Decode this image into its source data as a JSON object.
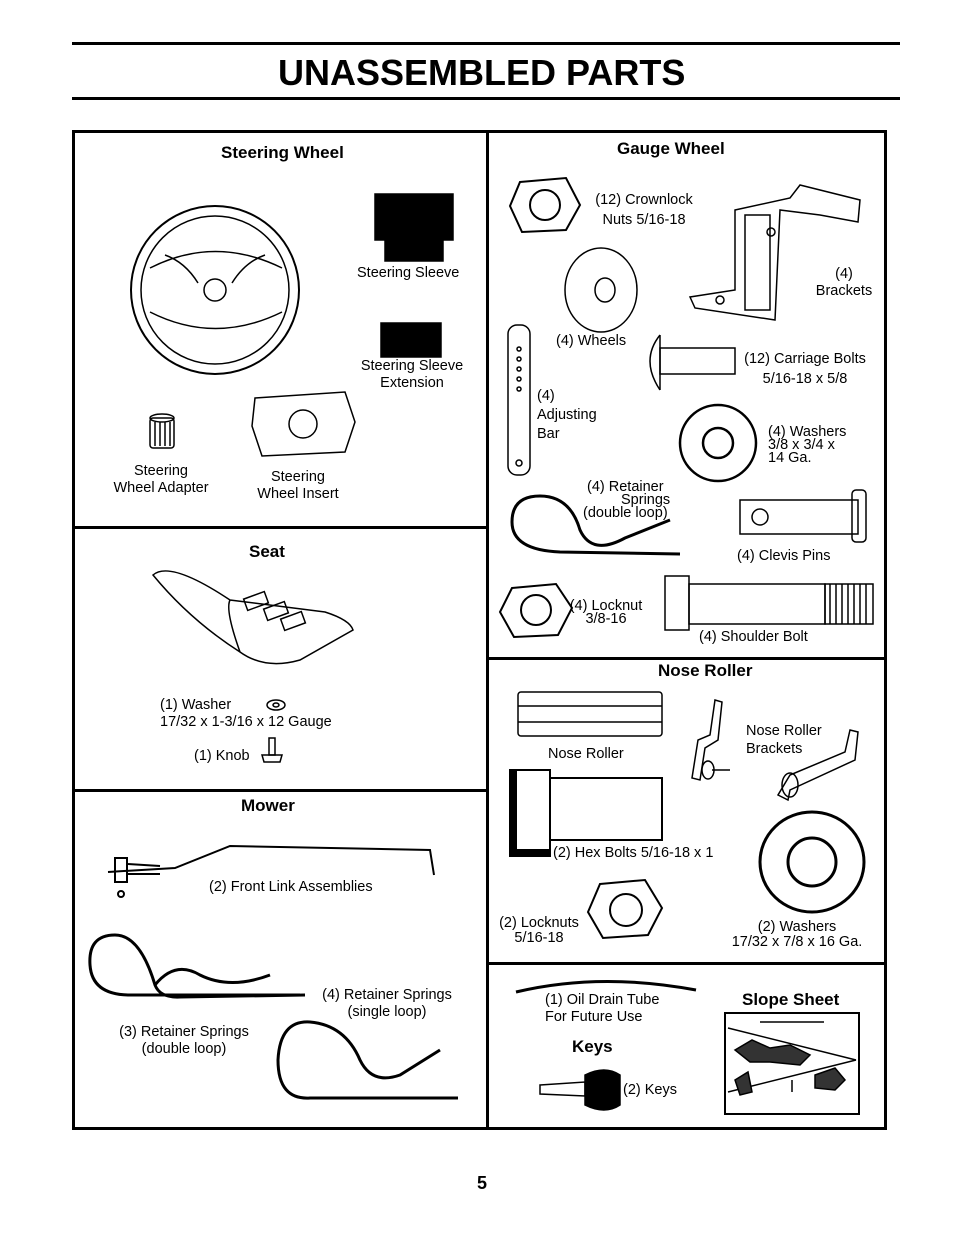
{
  "page_title": "UNASSEMBLED PARTS",
  "page_number": "5",
  "sections": {
    "steering_wheel": {
      "heading": "Steering Wheel",
      "labels": {
        "sleeve": "Steering Sleeve",
        "sleeve_ext_1": "Steering Sleeve",
        "sleeve_ext_2": "Extension",
        "adapter_1": "Steering",
        "adapter_2": "Wheel Adapter",
        "insert_1": "Steering",
        "insert_2": "Wheel Insert"
      }
    },
    "seat": {
      "heading": "Seat",
      "labels": {
        "washer_1": "(1) Washer",
        "washer_2": "17/32 x 1-3/16 x 12 Gauge",
        "knob": "(1) Knob"
      }
    },
    "mower": {
      "heading": "Mower",
      "labels": {
        "front_link": "(2) Front Link Assemblies",
        "retainer_single_1": "(4)  Retainer Springs",
        "retainer_single_2": "(single loop)",
        "retainer_double_1": "(3)  Retainer Springs",
        "retainer_double_2": "(double loop)"
      }
    },
    "gauge_wheel": {
      "heading": "Gauge Wheel",
      "labels": {
        "crownlock_1": "(12) Crownlock",
        "crownlock_2": "Nuts 5/16-18",
        "brackets_1": "(4)",
        "brackets_2": "Brackets",
        "wheels": "(4) Wheels",
        "carriage_1": "(12) Carriage Bolts",
        "carriage_2": "5/16-18 x 5/8",
        "adj_1": "(4)",
        "adj_2": "Adjusting",
        "adj_3": "Bar",
        "washers_1": "(4) Washers",
        "washers_2": "3/8 x 3/4 x",
        "washers_3": "14 Ga.",
        "retainer_1": "(4)  Retainer",
        "retainer_2": "Springs",
        "retainer_3": "(double loop)",
        "clevis": "(4) Clevis Pins",
        "locknut_1": "(4) Locknut",
        "locknut_2": "3/8-16",
        "shoulder": "(4) Shoulder Bolt"
      }
    },
    "nose_roller": {
      "heading": "Nose Roller",
      "labels": {
        "roller": "Nose Roller",
        "brackets_1": "Nose Roller",
        "brackets_2": "Brackets",
        "hex_bolts": "(2) Hex Bolts  5/16-18 x 1",
        "locknuts_1": "(2) Locknuts",
        "locknuts_2": "5/16-18",
        "washers_1": "(2) Washers",
        "washers_2": "17/32 x 7/8 x 16 Ga."
      }
    },
    "misc": {
      "oil_tube_1": "(1) Oil Drain Tube",
      "oil_tube_2": "For Future Use",
      "keys_heading": "Keys",
      "keys": "(2) Keys",
      "slope_heading": "Slope Sheet"
    }
  }
}
